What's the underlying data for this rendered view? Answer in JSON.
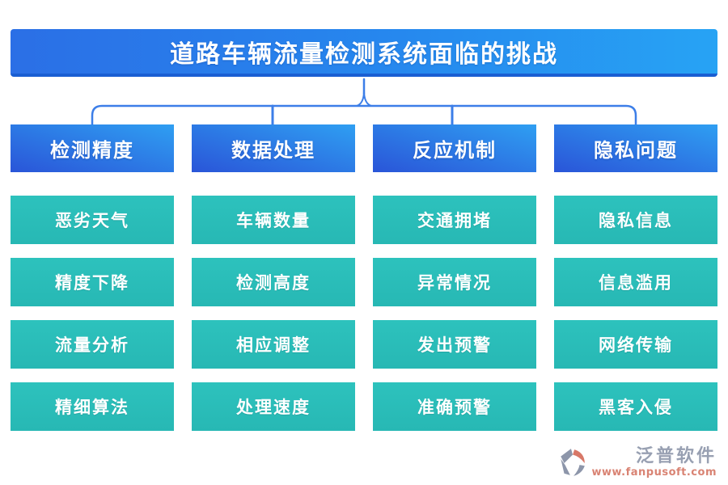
{
  "title": "道路车辆流量检测系统面临的挑战",
  "columns": [
    {
      "header": "检测精度",
      "items": [
        "恶劣天气",
        "精度下降",
        "流量分析",
        "精细算法"
      ]
    },
    {
      "header": "数据处理",
      "items": [
        "车辆数量",
        "检测高度",
        "相应调整",
        "处理速度"
      ]
    },
    {
      "header": "反应机制",
      "items": [
        "交通拥堵",
        "异常情况",
        "发出预警",
        "准确预警"
      ]
    },
    {
      "header": "隐私问题",
      "items": [
        "隐私信息",
        "信息滥用",
        "网络传输",
        "黑客入侵"
      ]
    }
  ],
  "branding": {
    "name": "泛普软件",
    "url": "www.fanpusoft.com"
  },
  "colors": {
    "title_gradient_left": "#2b6fe6",
    "title_gradient_right": "#27a3f4",
    "title_border_bottom": "#1a5ed2",
    "header_gradient_dark": "#2a55d8",
    "header_gradient_light": "#2f9ff2",
    "item_teal": "#29bcb8",
    "connector_blue": "#3c7ee8",
    "brand_gray": "#98a0b2",
    "brand_salmon": "#d98373",
    "text_white": "#ffffff"
  }
}
